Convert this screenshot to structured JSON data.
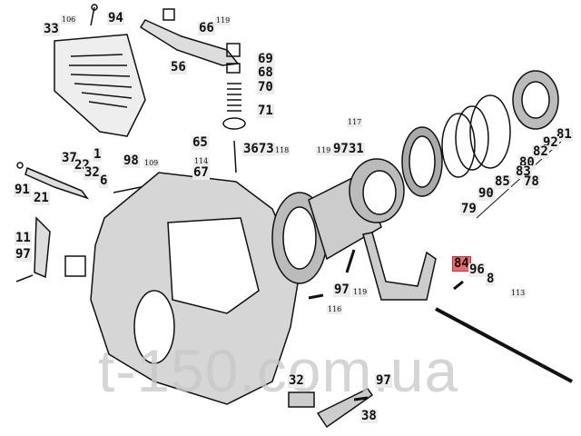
{
  "diagram": {
    "watermark": "t-150.com.ua",
    "highlight_color": "#e86a6a",
    "callouts": {
      "c106": "106",
      "c94": "94",
      "c33": "33",
      "c66": "66",
      "c119a": "119",
      "c56": "56",
      "c69": "69",
      "c68": "68",
      "c70": "70",
      "c71": "71",
      "c65": "65",
      "c3673": "3673",
      "c118": "118",
      "c114": "114",
      "c67": "67",
      "c1": "1",
      "c37": "37",
      "c22": "22",
      "c32a": "32",
      "c6": "6",
      "c91": "91",
      "c21": "21",
      "c98": "98",
      "c109": "109",
      "c117": "117",
      "c119b": "119",
      "c9731": "9731",
      "c81": "81",
      "c92": "92",
      "c82": "82",
      "c80": "80",
      "c83": "83",
      "c85": "85",
      "c78": "78",
      "c90": "90",
      "c79": "79",
      "c11": "11",
      "c97a": "97",
      "c84": "84",
      "c96": "96",
      "c8": "8",
      "c97b": "97",
      "c119c": "119",
      "c113": "113",
      "c116": "116",
      "c32b": "32",
      "c97c": "97",
      "c38": "38"
    }
  }
}
